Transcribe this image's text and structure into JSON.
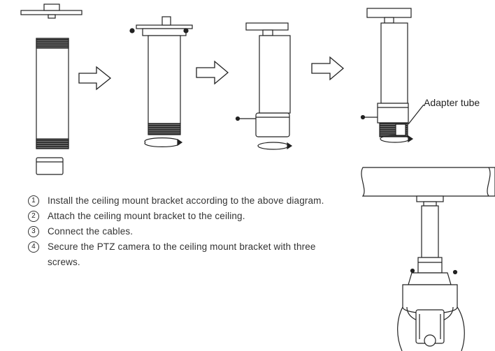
{
  "diagram": {
    "callout_label": "Adapter tube"
  },
  "steps": [
    {
      "num": "1",
      "text": "Install the ceiling mount bracket according to the above diagram."
    },
    {
      "num": "2",
      "text": "Attach the ceiling mount bracket to the ceiling."
    },
    {
      "num": "3",
      "text": "Connect the cables."
    },
    {
      "num": "4",
      "text": "Secure the PTZ camera to the ceiling mount bracket with three screws."
    }
  ]
}
